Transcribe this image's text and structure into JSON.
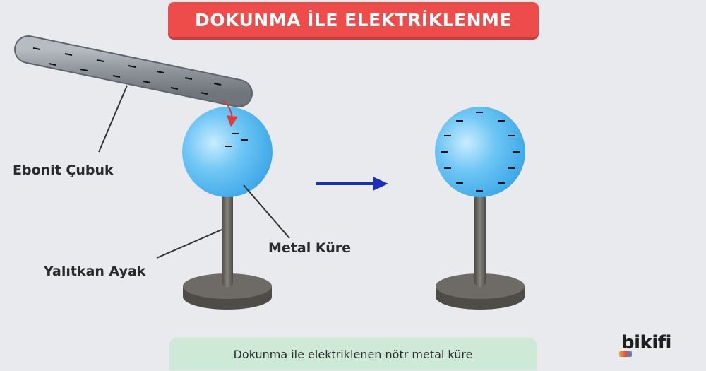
{
  "title": "DOKUNMA İLE ELEKTRİKLENME",
  "labels": {
    "rod": "Ebonit Çubuk",
    "sphere": "Metal Küre",
    "stand": "Yalıtkan Ayak"
  },
  "caption": "Dokunma ile elektriklenen nötr metal küre",
  "logo": "bikifi",
  "charge_symbol": "–",
  "colors": {
    "title_bg": "#ee4b4b",
    "caption_bg": "#cfe9d7",
    "sphere": "#4fb6ef",
    "rod": "#8a9097",
    "stand": "#6e6b66",
    "arrow_transfer": "#e53935",
    "arrow_process": "#1d2fb8"
  }
}
